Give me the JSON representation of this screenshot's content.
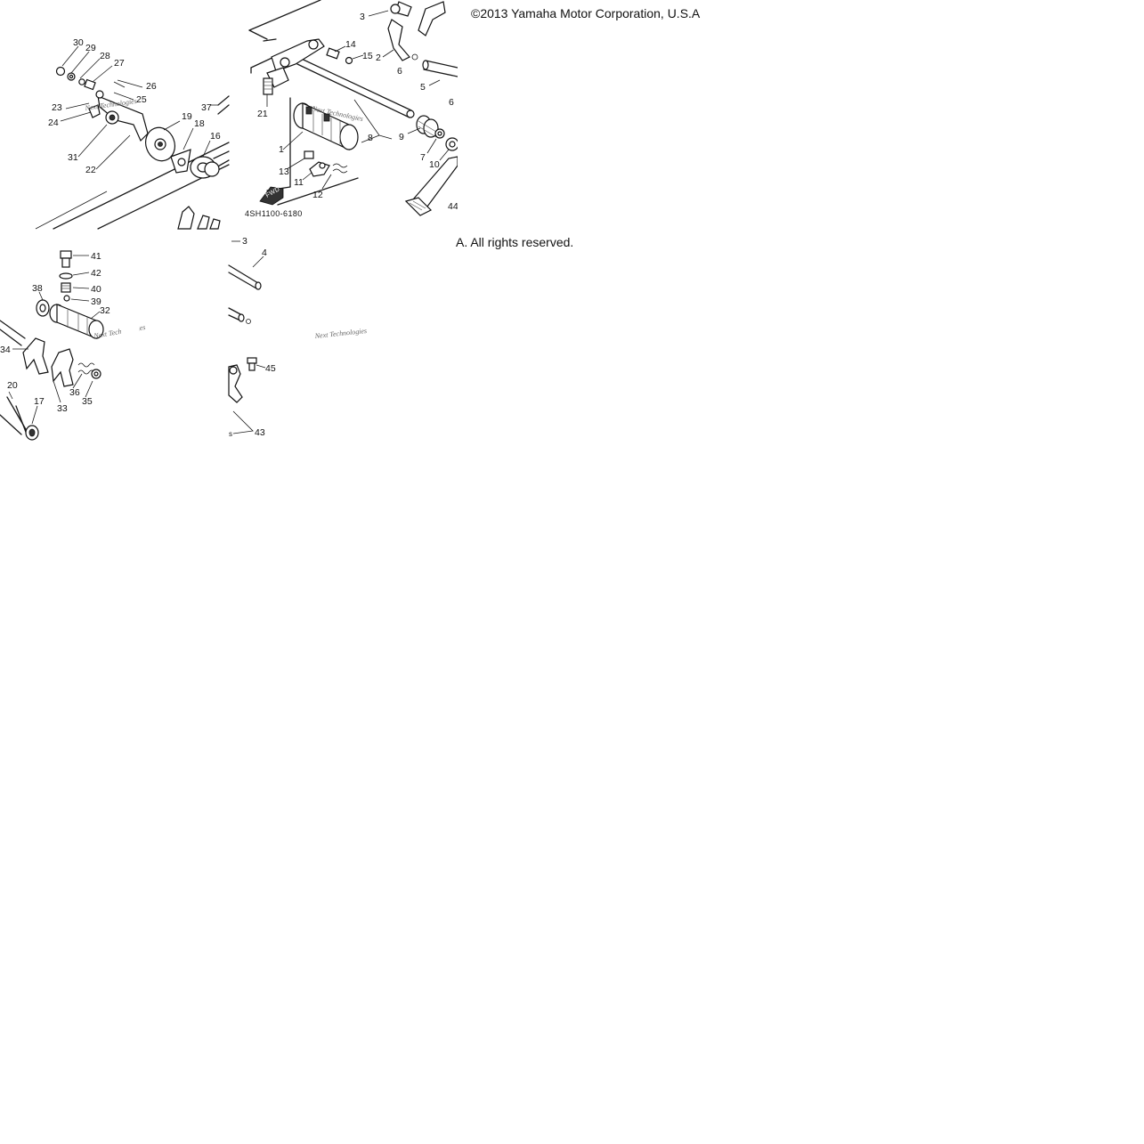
{
  "copyright": {
    "top": "©2013 Yamaha Motor Corporation, U.S.A",
    "bottom": "A. All rights reserved."
  },
  "diagram_code": "4SH1100-6180",
  "fwd_label": "FWD",
  "watermark": "Next Technologies",
  "callouts": {
    "c1": "1",
    "c2": "2",
    "c3": "3",
    "c5": "5",
    "c6": "6",
    "c7": "7",
    "c8": "8",
    "c9": "9",
    "c10": "10",
    "c11": "11",
    "c12": "12",
    "c13": "13",
    "c14": "14",
    "c15": "15",
    "c16": "16",
    "c17": "17",
    "c18": "18",
    "c19": "19",
    "c20": "20",
    "c21": "21",
    "c22": "22",
    "c23": "23",
    "c24": "24",
    "c25": "25",
    "c26": "26",
    "c27": "27",
    "c28": "28",
    "c29": "29",
    "c30": "30",
    "c31": "31",
    "c32": "32",
    "c33": "33",
    "c34": "34",
    "c35": "35",
    "c36": "36",
    "c37": "37",
    "c38": "38",
    "c39": "39",
    "c40": "40",
    "c41": "41",
    "c42": "42",
    "c43": "43",
    "c44": "44",
    "c45": "45",
    "c3b": "3",
    "c4": "4"
  }
}
